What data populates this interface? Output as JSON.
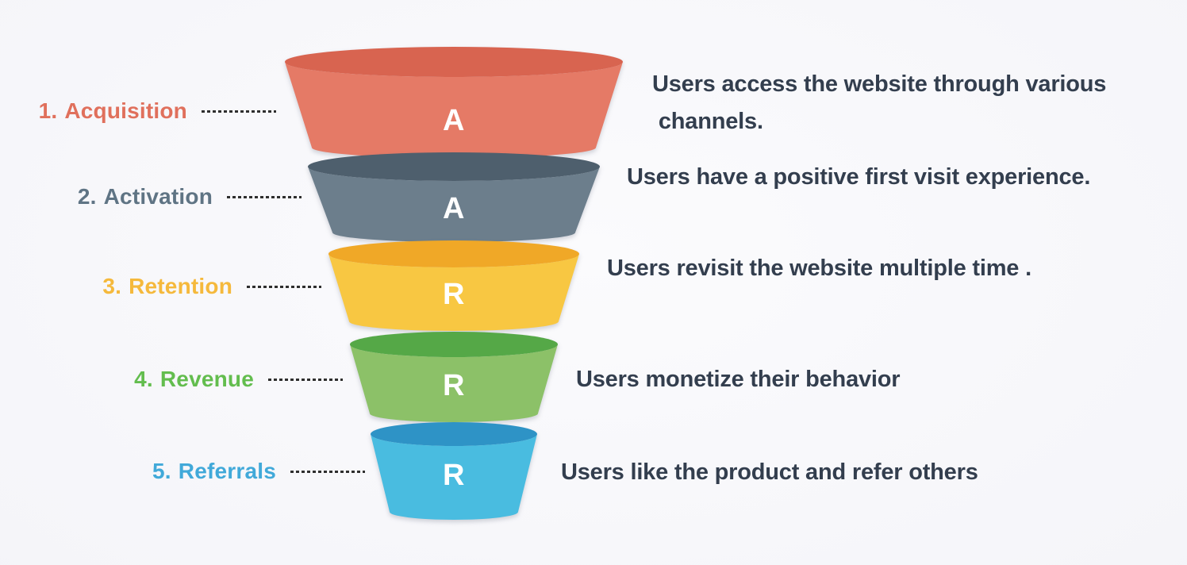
{
  "diagram": {
    "kind": "funnel",
    "background_color": "#f5f5f9",
    "description_text_color": "#333e4e",
    "connector": {
      "style": "dotted",
      "color": "#2e2e2e"
    },
    "stages": [
      {
        "number": "1.",
        "name": "Acquisition",
        "letter": "A",
        "label_color": "#e0705c",
        "rim_color": "#d86450",
        "body_color": "#e57a66",
        "description": "Users access the website through various\n channels."
      },
      {
        "number": "2.",
        "name": "Activation",
        "letter": "A",
        "label_color": "#5f7484",
        "rim_color": "#4e5f6d",
        "body_color": "#6c7e8c",
        "description": "Users have a positive first visit experience."
      },
      {
        "number": "3.",
        "name": "Retention",
        "letter": "R",
        "label_color": "#f5b93c",
        "rim_color": "#f0a827",
        "body_color": "#f8c742",
        "description": "Users revisit the website multiple time ."
      },
      {
        "number": "4.",
        "name": "Revenue",
        "letter": "R",
        "label_color": "#63bd4e",
        "rim_color": "#55a847",
        "body_color": "#8cc168",
        "description": "Users monetize their behavior"
      },
      {
        "number": "5.",
        "name": "Referrals",
        "letter": "R",
        "label_color": "#41a9d9",
        "rim_color": "#2e93c6",
        "body_color": "#49bce0",
        "description": "Users like the product and refer others"
      }
    ]
  }
}
